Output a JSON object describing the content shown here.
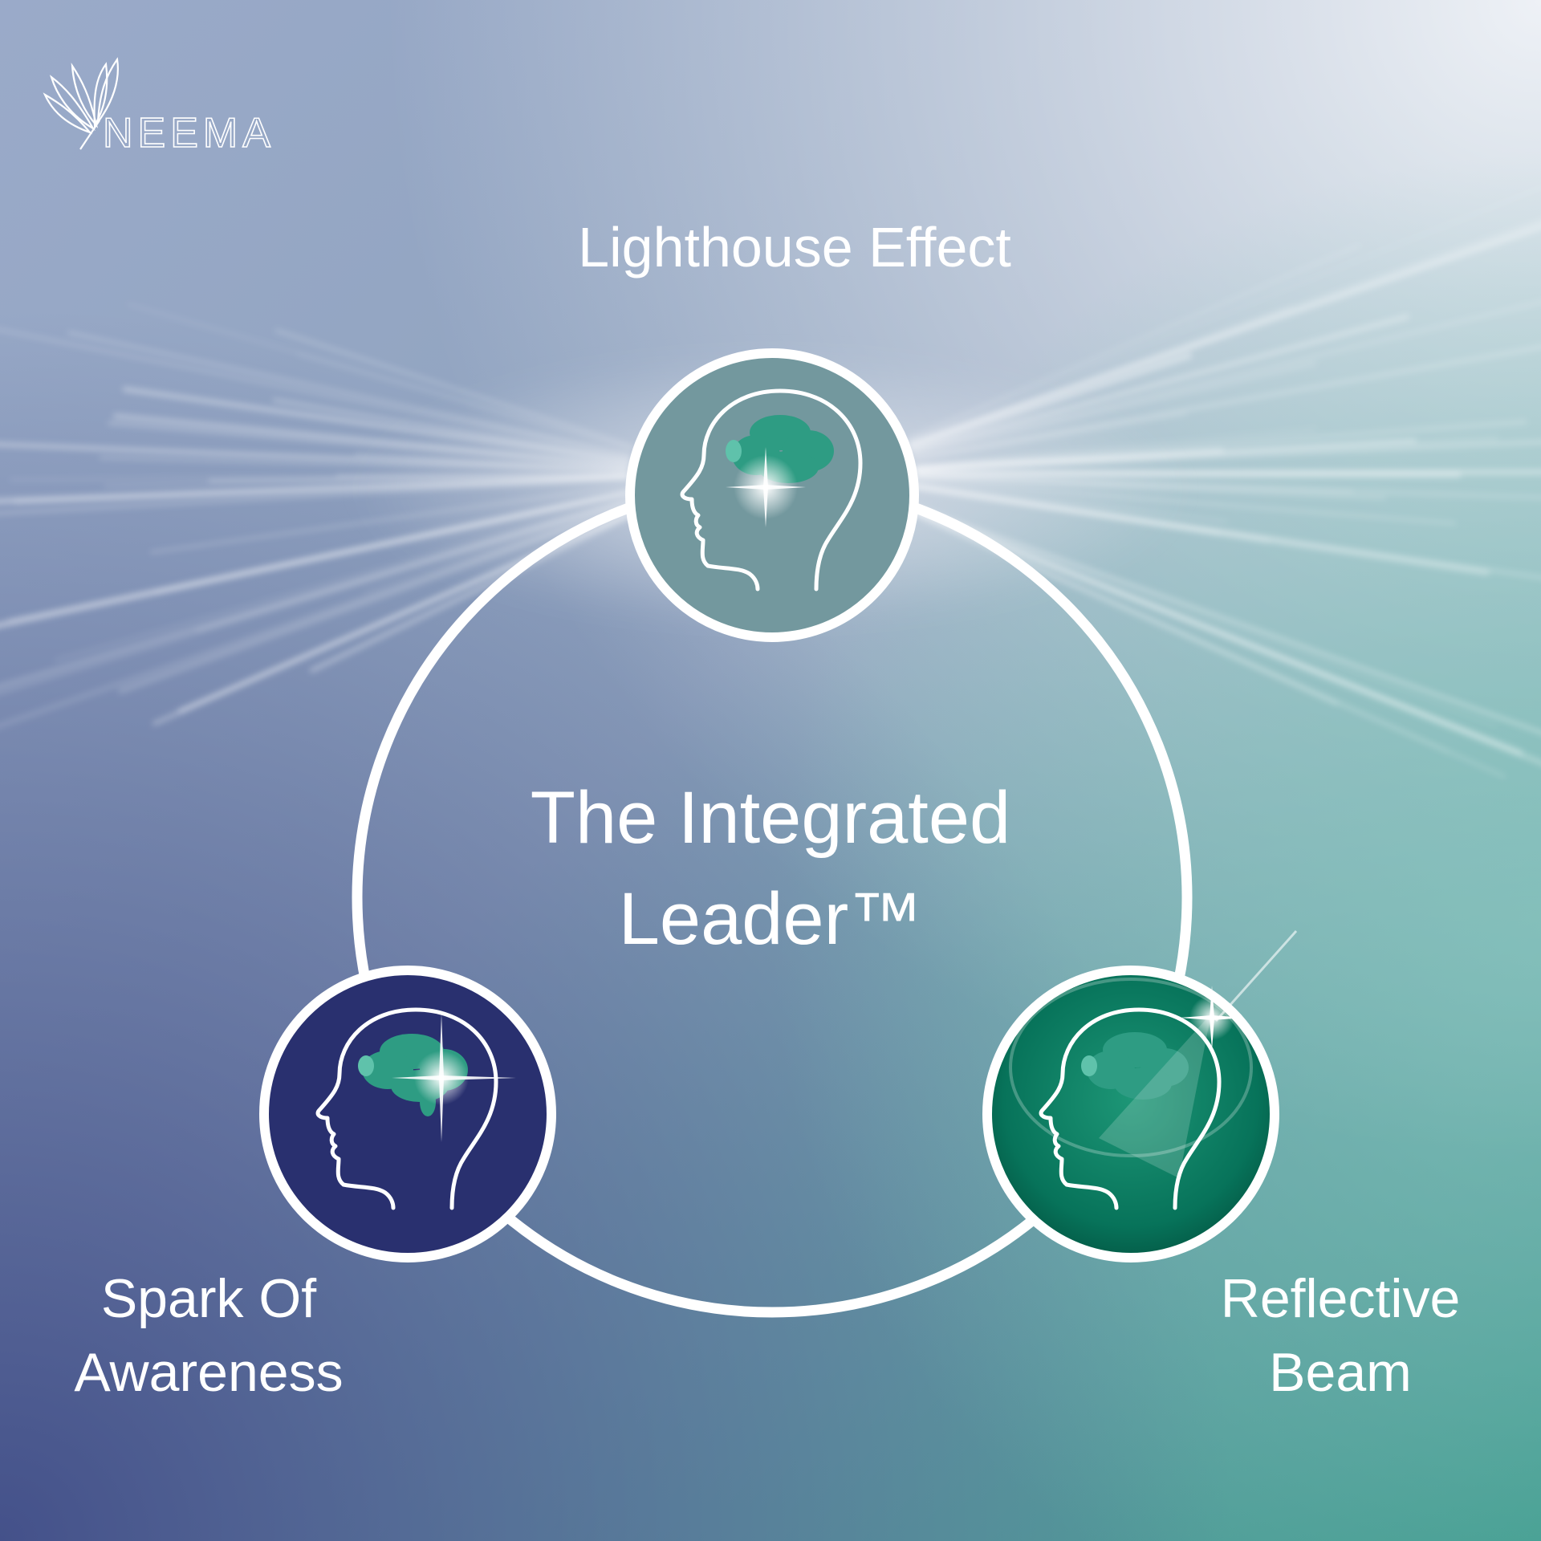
{
  "brand": {
    "name": "NEEMA",
    "logo_icon": "lotus-icon"
  },
  "title": {
    "line1": "The Integrated",
    "line2": "Leader™"
  },
  "nodes": {
    "top": {
      "label": "Lighthouse Effect",
      "icon": "head-brain-icon",
      "fill": "#73989e"
    },
    "left": {
      "label_line1": "Spark Of",
      "label_line2": "Awareness",
      "icon": "head-brain-icon",
      "fill": "#29306f"
    },
    "right": {
      "label_line1": "Reflective",
      "label_line2": "Beam",
      "icon": "head-brain-icon",
      "fill": "#06755b"
    }
  },
  "colors": {
    "background_top_left": "#97a8c8",
    "background_bottom_left": "#4a5a8a",
    "background_top_right": "#e7ebf2",
    "background_bottom_right": "#3f9c8e",
    "brain": "#2b9c82",
    "outline": "#ffffff"
  }
}
